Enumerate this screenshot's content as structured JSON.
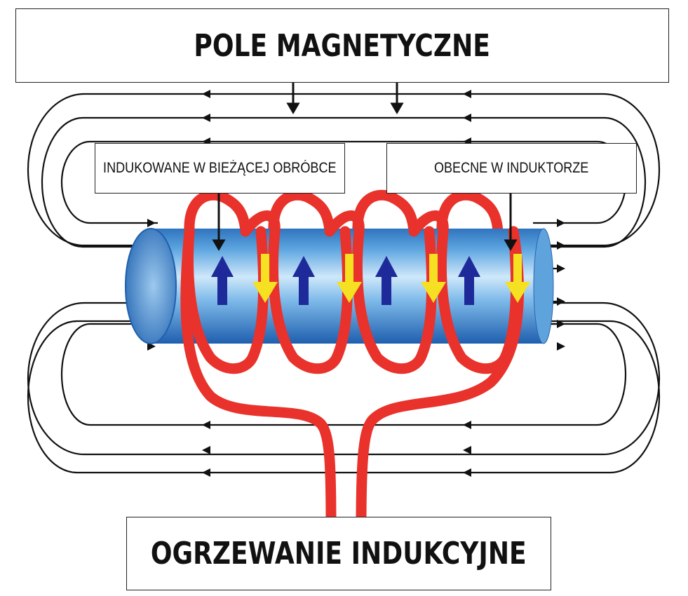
{
  "title_top": "POLE MAGNETYCZNE",
  "title_bottom": "OGRZEWANIE INDUKCYJNE",
  "label_induced": "INDUKOWANE W BIEŻĄCEJ OBRÓBCE",
  "label_inductor": "OBECNE W INDUKTORZE",
  "colors": {
    "coil": "#e8322b",
    "workpiece": "#3a87cf",
    "workpiece_highlight": "#bfe0f7",
    "induced_arrow": "#1e2a9a",
    "inductor_arrow": "#f5e021",
    "field_lines": "#111111"
  },
  "icons": {
    "field_arrow": "triangle-arrow",
    "induced_current_arrow": "up-arrow",
    "inductor_current_arrow": "down-arrow"
  }
}
